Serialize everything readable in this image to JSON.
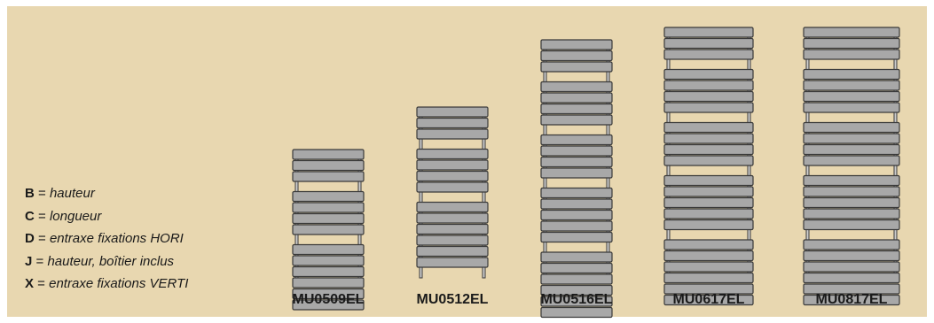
{
  "legend": [
    {
      "key": "B",
      "sep": " = ",
      "def": "hauteur"
    },
    {
      "key": "C",
      "sep": " = ",
      "def": "longueur"
    },
    {
      "key": "D",
      "sep": " = ",
      "def": "entraxe fixations HORI"
    },
    {
      "key": "J",
      "sep": " = ",
      "def": "hauteur, boîtier inclus"
    },
    {
      "key": "X",
      "sep": " = ",
      "def": "entraxe fixations VERTI"
    }
  ],
  "models": [
    {
      "name": "MU0509EL",
      "groups": [
        3,
        4,
        6
      ]
    },
    {
      "name": "MU0512EL",
      "groups": [
        3,
        4,
        6
      ]
    },
    {
      "name": "MU0516EL",
      "groups": [
        3,
        4,
        4,
        5,
        6
      ]
    },
    {
      "name": "MU0617EL",
      "groups": [
        3,
        4,
        4,
        5,
        6
      ]
    },
    {
      "name": "MU0817EL",
      "groups": [
        3,
        4,
        4,
        5,
        6
      ]
    }
  ],
  "colors": {
    "background": "#e8d7b0",
    "bar_fill": "#a8a8a8",
    "bar_stroke": "#3a3a3a",
    "text": "#1a1a1a"
  }
}
